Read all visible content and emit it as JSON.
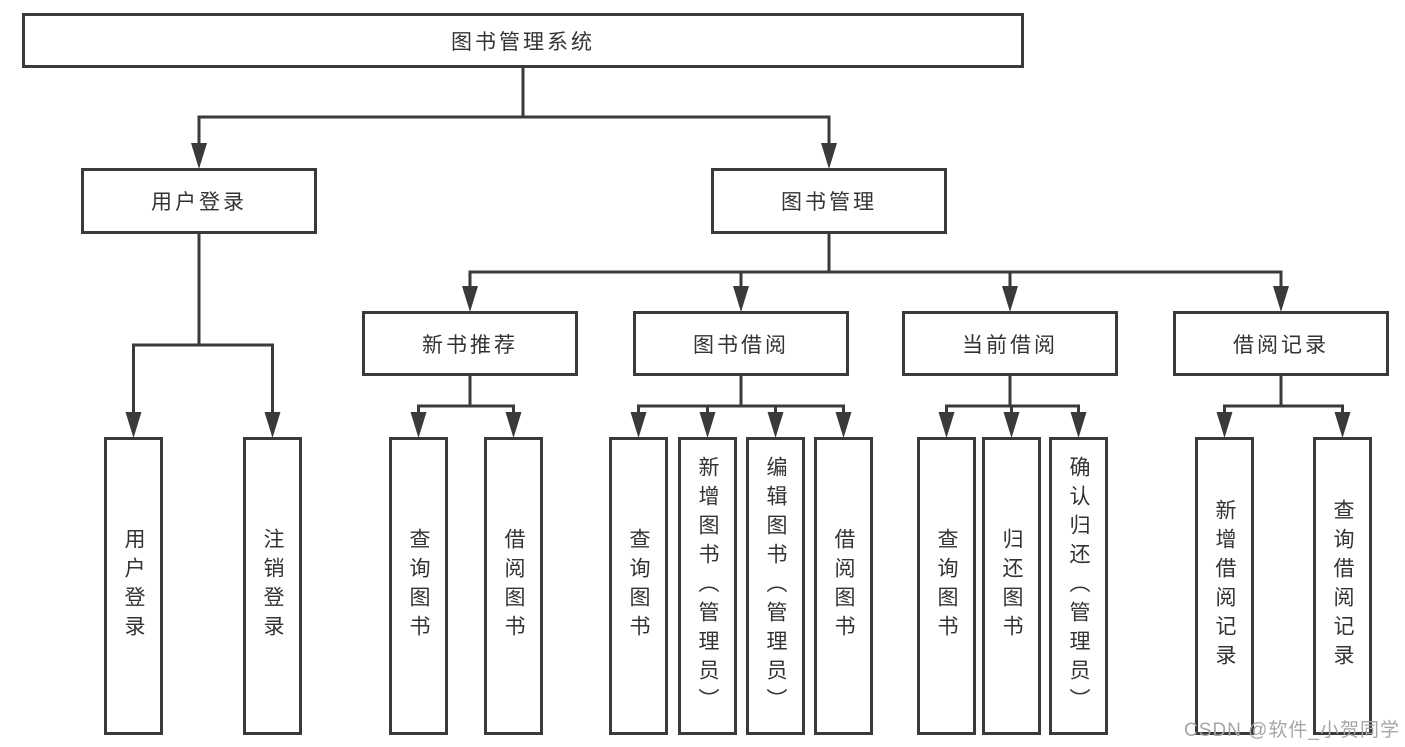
{
  "diagram": {
    "nodes": [
      {
        "id": "root",
        "label": "图书管理系统"
      },
      {
        "id": "user-login",
        "label": "用户登录"
      },
      {
        "id": "book-mgmt",
        "label": "图书管理"
      },
      {
        "id": "new-book-rec",
        "label": "新书推荐"
      },
      {
        "id": "book-borrow",
        "label": "图书借阅"
      },
      {
        "id": "current-borrow",
        "label": "当前借阅"
      },
      {
        "id": "borrow-records",
        "label": "借阅记录"
      },
      {
        "id": "v-user-login",
        "label": "用户登录"
      },
      {
        "id": "v-logout",
        "label": "注销登录"
      },
      {
        "id": "v-query-book-1",
        "label": "查询图书"
      },
      {
        "id": "v-borrow-book-1",
        "label": "借阅图书"
      },
      {
        "id": "v-query-book-2",
        "label": "查询图书"
      },
      {
        "id": "v-add-book",
        "label": "新增图书（管理员）"
      },
      {
        "id": "v-edit-book",
        "label": "编辑图书（管理员）"
      },
      {
        "id": "v-borrow-book-2",
        "label": "借阅图书"
      },
      {
        "id": "v-query-book-3",
        "label": "查询图书"
      },
      {
        "id": "v-return-book",
        "label": "归还图书"
      },
      {
        "id": "v-confirm-return",
        "label": "确认归还（管理员）"
      },
      {
        "id": "v-add-borrow-record",
        "label": "新增借阅记录"
      },
      {
        "id": "v-query-borrow-record",
        "label": "查询借阅记录"
      }
    ],
    "edges": [
      {
        "from": "root",
        "to": [
          "user-login",
          "book-mgmt"
        ]
      },
      {
        "from": "user-login",
        "to": [
          "v-user-login",
          "v-logout"
        ]
      },
      {
        "from": "book-mgmt",
        "to": [
          "new-book-rec",
          "book-borrow",
          "current-borrow",
          "borrow-records"
        ]
      },
      {
        "from": "new-book-rec",
        "to": [
          "v-query-book-1",
          "v-borrow-book-1"
        ]
      },
      {
        "from": "book-borrow",
        "to": [
          "v-query-book-2",
          "v-add-book",
          "v-edit-book",
          "v-borrow-book-2"
        ]
      },
      {
        "from": "current-borrow",
        "to": [
          "v-query-book-3",
          "v-return-book",
          "v-confirm-return"
        ]
      },
      {
        "from": "borrow-records",
        "to": [
          "v-add-borrow-record",
          "v-query-borrow-record"
        ]
      }
    ]
  },
  "watermark": {
    "text": "CSDN @软件_小贺同学"
  },
  "colors": {
    "line": "#3a3a3a",
    "text": "#333333",
    "box_fill": "#ffffff",
    "background": "#ffffff",
    "watermark": "#a6a6a6"
  }
}
